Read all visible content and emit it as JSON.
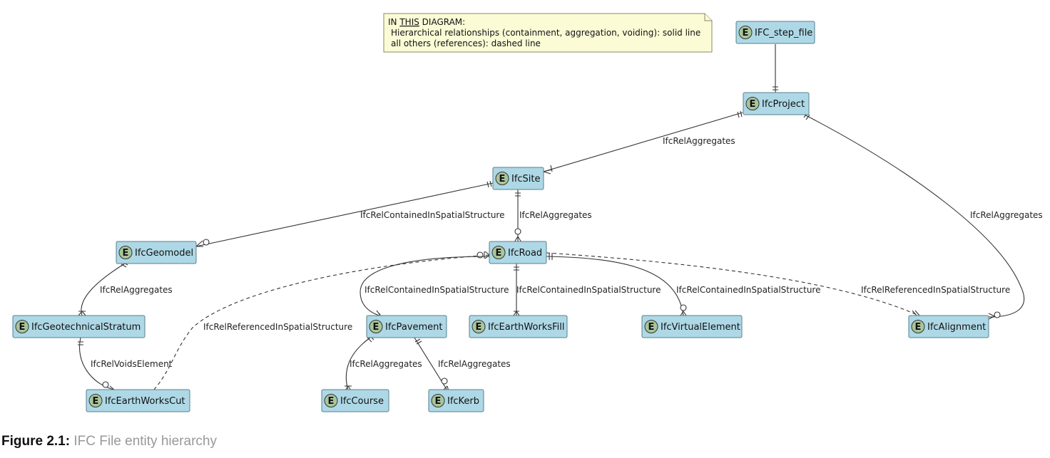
{
  "note": {
    "prefix": "IN ",
    "emph": "THIS",
    "suffix": " DIAGRAM:",
    "line1": "Hierarchical relationships (containment, aggregation, voiding): solid line",
    "line2": "all others (references): dashed line"
  },
  "badge_letter": "E",
  "entities": {
    "step_file": "IFC_step_file",
    "project": "IfcProject",
    "site": "IfcSite",
    "geomodel": "IfcGeomodel",
    "road": "IfcRoad",
    "stratum": "IfcGeotechnicalStratum",
    "pavement": "IfcPavement",
    "fill": "IfcEarthWorksFill",
    "virtual": "IfcVirtualElement",
    "alignment": "IfcAlignment",
    "cut": "IfcEarthWorksCut",
    "course": "IfcCourse",
    "kerb": "IfcKerb"
  },
  "relations": {
    "project_site": "IfcRelAggregates",
    "project_alignment": "IfcRelAggregates",
    "site_geomodel": "IfcRelContainedInSpatialStructure",
    "site_road": "IfcRelAggregates",
    "geomodel_stratum": "IfcRelAggregates",
    "stratum_cut": "IfcRelVoidsElement",
    "road_cut": "IfcRelReferencedInSpatialStructure",
    "road_pavement": "IfcRelContainedInSpatialStructure",
    "road_fill": "IfcRelContainedInSpatialStructure",
    "road_virtual": "IfcRelContainedInSpatialStructure",
    "road_alignment": "IfcRelReferencedInSpatialStructure",
    "pavement_course": "IfcRelAggregates",
    "pavement_kerb": "IfcRelAggregates"
  },
  "caption": {
    "label": "Figure 2.1:",
    "text": "IFC File entity hierarchy"
  },
  "colors": {
    "entity_fill": "#aed8e6",
    "badge_fill": "#a9c59b",
    "note_fill": "#fbfbd6"
  }
}
